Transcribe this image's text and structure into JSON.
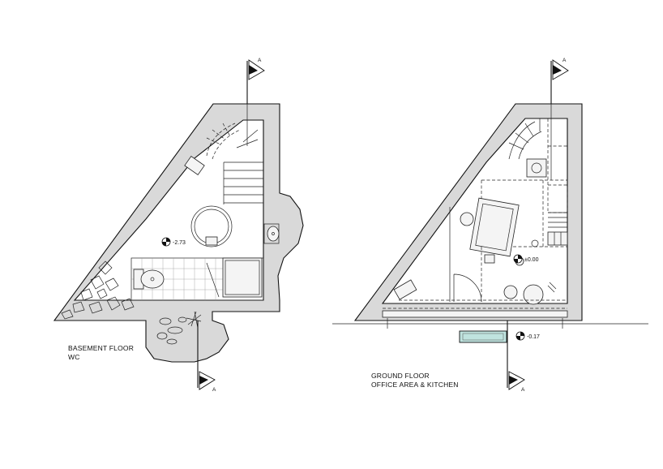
{
  "plans": {
    "basement": {
      "title_line1": "BASEMENT FLOOR",
      "title_line2": "WC",
      "level": "-2.73",
      "section_top": "A",
      "section_bottom": "A"
    },
    "ground": {
      "title_line1": "GROUND FLOOR",
      "title_line2": "OFFICE AREA & KITCHEN",
      "level_inside": "±0.00",
      "level_outside": "-0.17",
      "section_top": "A",
      "section_bottom": "A"
    }
  },
  "colors": {
    "wall_fill": "#d9d9d9",
    "line": "#111111",
    "window_fill": "#bfe3df"
  }
}
